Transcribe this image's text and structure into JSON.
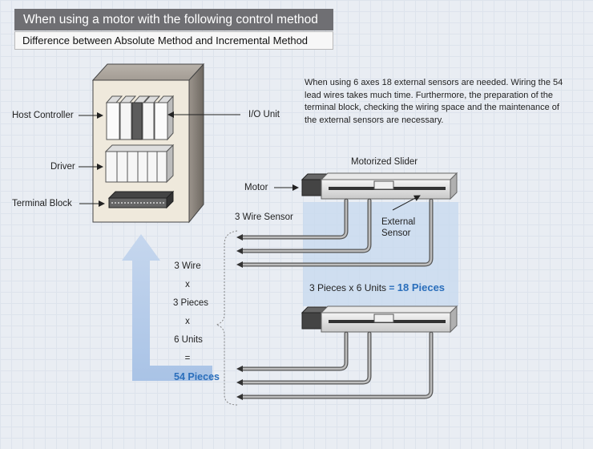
{
  "header": {
    "title": "When using a motor with the following control method",
    "subtitle": "Difference between Absolute Method and Incremental Method"
  },
  "cabinet": {
    "host_controller": "Host Controller",
    "driver": "Driver",
    "terminal_block": "Terminal Block",
    "io_unit": "I/O Unit"
  },
  "description": "When using 6 axes 18 external sensors are needed. Wiring the 54 lead wires takes much time. Furthermore, the preparation of the terminal block, checking the wiring space and the maintenance of the external sensors are necessary.",
  "slider": {
    "title": "Motorized Slider",
    "motor": "Motor",
    "wire_sensor": "3 Wire Sensor",
    "external_sensor": "External Sensor",
    "pieces_prefix": "3 Pieces x 6 Units",
    "pieces_eq": "=",
    "pieces_total": "18 Pieces"
  },
  "calculation": {
    "line1": "3 Wire",
    "op1": "x",
    "line2": "3 Pieces",
    "op2": "x",
    "line3": "6 Units",
    "eq": "=",
    "total": "54 Pieces"
  },
  "colors": {
    "title_bg": "#6f6f73",
    "accent_blue": "#2a6ebb",
    "arrow_blue": "#b7cdea"
  }
}
